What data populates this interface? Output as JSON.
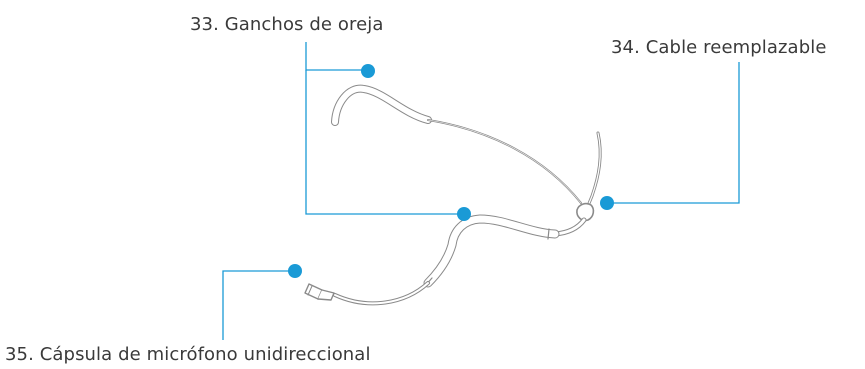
{
  "callouts": {
    "ear_hooks": "33. Ganchos de oreja",
    "cable": "34. Cable reemplazable",
    "capsule": "35. Cápsula de micrófono unidireccional"
  },
  "colors": {
    "leader_line": "#1a9ad6",
    "marker_dot": "#1a9ad6",
    "drawing_stroke": "#8a8a8a",
    "label_text": "#3a3a3a"
  }
}
